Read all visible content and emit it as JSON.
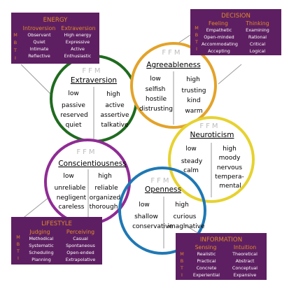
{
  "colors": {
    "box_fill": "#5e1f62",
    "box_text": "#ffffff",
    "box_accent": "#e08a2a",
    "ffm_tag": "#bdbdbd",
    "extraversion_ring": "#1f6b1f",
    "agreeableness_ring": "#e3a32a",
    "neuroticism_ring": "#e6d230",
    "conscientiousness_ring": "#8f2b95",
    "openness_ring": "#1f78b4"
  },
  "ffm_tag": "FFM",
  "circles": {
    "extraversion": {
      "title": "Extraversion",
      "low_head": "low",
      "high_head": "high",
      "low_items": [
        "passive",
        "reserved",
        "quiet"
      ],
      "high_items": [
        "active",
        "assertive",
        "talkative"
      ]
    },
    "agreeableness": {
      "title": "Agreeableness",
      "low_head": "low",
      "high_head": "high",
      "low_items": [
        "selfish",
        "hostile",
        "distrusting"
      ],
      "high_items": [
        "trusting",
        "kind",
        "warm"
      ]
    },
    "neuroticism": {
      "title": "Neuroticism",
      "low_head": "low",
      "high_head": "high",
      "low_items": [
        "steady",
        "calm"
      ],
      "high_items": [
        "moody",
        "nervous",
        "tempera-",
        "mental"
      ]
    },
    "conscientiousness": {
      "title": "Conscientiousness",
      "low_head": "low",
      "high_head": "high",
      "low_items": [
        "unreliable",
        "negligent",
        "careless"
      ],
      "high_items": [
        "reliable",
        "organized",
        "thorough"
      ]
    },
    "openness": {
      "title": "Openness",
      "low_head": "low",
      "high_head": "high",
      "low_items": [
        "shallow",
        "conservative"
      ],
      "high_items": [
        "curious",
        "imaginative"
      ]
    }
  },
  "boxes": {
    "energy": {
      "title": "ENERGY",
      "left_head": "Introversion",
      "right_head": "Extraversion",
      "left_items": [
        "Observant",
        "Quiet",
        "Intimate",
        "Reflective"
      ],
      "right_items": [
        "High energy",
        "Expressive",
        "Active",
        "Enthusiastic"
      ]
    },
    "decision": {
      "title": "DECISION",
      "left_head": "Feeling",
      "right_head": "Thinking",
      "left_items": [
        "Empathetic",
        "Open-minded",
        "Accommodating",
        "Accepting"
      ],
      "right_items": [
        "Examining",
        "Rational",
        "Critical",
        "Logical"
      ]
    },
    "lifestyle": {
      "title": "LIFESTYLE",
      "left_head": "Judging",
      "right_head": "Perceiving",
      "left_items": [
        "Methodical",
        "Systematic",
        "Scheduling",
        "Planning"
      ],
      "right_items": [
        "Casual",
        "Spontaneous",
        "Open-ended",
        "Extrapolative"
      ]
    },
    "information": {
      "title": "INFORMATION",
      "left_head": "Sensing",
      "right_head": "Intuition",
      "left_items": [
        "Realistic",
        "Practical",
        "Concrete",
        "Experiential"
      ],
      "right_items": [
        "Theoretical",
        "Abstract",
        "Conceptual",
        "Expansive"
      ]
    }
  },
  "mbti_letters": [
    "M",
    "B",
    "T",
    "I"
  ]
}
